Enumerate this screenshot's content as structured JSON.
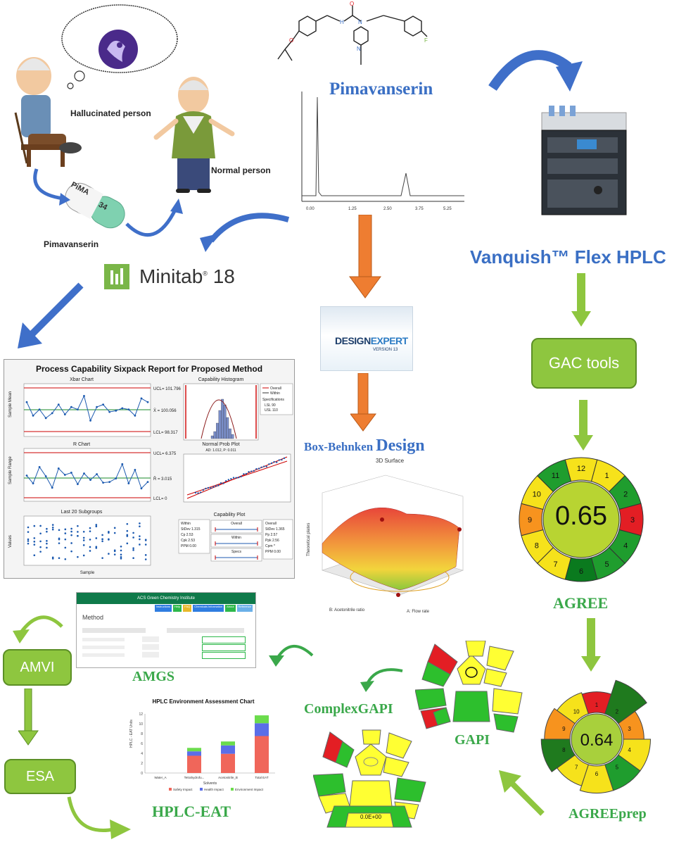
{
  "people": {
    "hallucinated": "Hallucinated person",
    "normal": "Normal person",
    "capsule_label": "Pimavanserin",
    "capsule_text_1": "PiMA",
    "capsule_text_2": "34"
  },
  "drug": {
    "name": "Pimavanserin"
  },
  "software": {
    "minitab": "Minitab",
    "minitab_version": "18",
    "designexpert_1": "DESIGN",
    "designexpert_2": "EXPERT",
    "designexpert_version": "VERSION 13"
  },
  "instrument": {
    "name": "Vanquish™ Flex HPLC"
  },
  "gac": {
    "tools": "GAC tools"
  },
  "agree": {
    "score": "0.65",
    "label": "AGREE",
    "segments": [
      "12",
      "1",
      "2",
      "3",
      "4",
      "5",
      "6",
      "7",
      "8",
      "9",
      "10",
      "11"
    ],
    "colors": [
      "#f6e21b",
      "#f6e21b",
      "#1f9d2e",
      "#e31e24",
      "#1f9d2e",
      "#1f9d2e",
      "#0a7a1e",
      "#f6e21b",
      "#f6e21b",
      "#f7931e",
      "#f6e21b",
      "#1f9d2e"
    ],
    "center_color": "#b8d432"
  },
  "agreeprep": {
    "score": "0.64",
    "label": "AGREEprep",
    "segments": [
      "1",
      "2",
      "3",
      "4",
      "5",
      "6",
      "7",
      "8",
      "9",
      "10"
    ],
    "colors": [
      "#e31e24",
      "#1f7a1e",
      "#f7931e",
      "#f6e21b",
      "#1f9d2e",
      "#f6e21b",
      "#f6e21b",
      "#1f7a1e",
      "#f7931e",
      "#f6e21b"
    ],
    "weights": [
      0.55,
      1.0,
      0.55,
      0.75,
      0.75,
      0.75,
      0.6,
      0.8,
      0.7,
      0.6
    ]
  },
  "sixpack": {
    "title": "Process Capability Sixpack Report for Proposed Method",
    "xbar_title": "Xbar Chart",
    "hist_title": "Capability Histogram",
    "r_title": "R Chart",
    "prob_title": "Normal Prob Plot",
    "last20_title": "Last 20 Subgroups",
    "cap_plot_title": "Capability Plot",
    "xbar_ylabel": "Sample Mean",
    "r_ylabel": "Sample Range",
    "values_ylabel": "Values",
    "sample_xlabel": "Sample",
    "ucl_x": "UCL= 101.796",
    "mean_x": "X̄ = 100.056",
    "lcl_x": "LCL= 98.317",
    "ucl_r": "UCL= 6.375",
    "mean_r": "R̄ = 3.015",
    "lcl_r": "LCL= 0",
    "legend_overall": "Overall",
    "legend_within": "Within",
    "spec_label": "Specifications",
    "lsl": "LSL  90",
    "usl": "USL  110",
    "ad": "AD: 1.012, P: 0.011",
    "within_stats": [
      "Within",
      "StDev  1.315",
      "Cp   2.53",
      "Cpk  2.53",
      "PPM  0.00"
    ],
    "overall_stats": [
      "Overall",
      "StDev  1.365",
      "Pp   2.57",
      "Ppk  2.56",
      "Cpm  *",
      "PPM  0.00"
    ],
    "cap_rows": [
      "Overall",
      "Within",
      "Specs"
    ]
  },
  "bbd": {
    "title_small": "Box-Behnken",
    "title_big": "Design",
    "plot_title": "3D Surface",
    "x_label": "A: Flow rate",
    "y_label": "B: Acetonitrile ratio",
    "z_label": "Theoretical plates"
  },
  "amgs": {
    "label": "AMGS",
    "header": "ACS Green Chemistry Institute",
    "section": "Method",
    "tabs": [
      "Instructions",
      "Help",
      "FAQ",
      "Chemicals Information",
      "About",
      "Reference"
    ]
  },
  "hplc_eat": {
    "label": "HPLC-EAT",
    "chart_title": "HPLC Environment Assessment Chart",
    "ylabel": "HPLC - EAT Units",
    "xlabel": "Solvents",
    "categories": [
      "Water_A",
      "Tetrahydrofu...",
      "Acetonitrile_B",
      "Total EAT"
    ],
    "legend": [
      "Safety Impact",
      "Health Impact",
      "Environment Impact"
    ]
  },
  "chart_data": {
    "type": "bar",
    "title": "HPLC Environment Assessment Chart",
    "xlabel": "Solvents",
    "ylabel": "HPLC - EAT Units",
    "categories": [
      "Water_A",
      "Tetrahydrofu...",
      "Acetonitrile_B",
      "Total EAT"
    ],
    "series": [
      {
        "name": "Safety Impact",
        "values": [
          0,
          3.5,
          3.9,
          7.5
        ]
      },
      {
        "name": "Health Impact",
        "values": [
          0,
          0.9,
          1.7,
          2.6
        ]
      },
      {
        "name": "Environment Impact",
        "values": [
          0,
          0.7,
          0.8,
          1.6
        ]
      }
    ],
    "ylim": [
      0,
      12
    ]
  },
  "flow": {
    "amvi": "AMVI",
    "esa": "ESA",
    "complexgapi": "ComplexGAPI",
    "gapi": "GAPI",
    "complex_center": "0.0E+00"
  },
  "colors": {
    "blue_title": "#3a6fc4",
    "green_title": "#3aa84a",
    "arrow_blue": "#3f6fc9",
    "arrow_orange": "#ee7d31",
    "arrow_green": "#8ec63f"
  }
}
